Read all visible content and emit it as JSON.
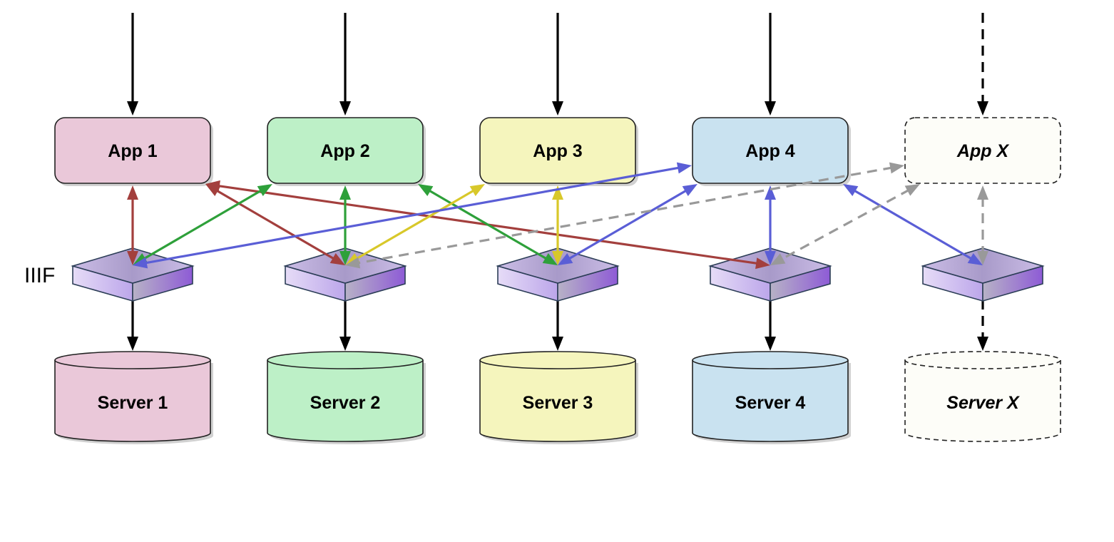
{
  "iiif_label": "IIIF",
  "columns": [
    {
      "app": "App 1",
      "server": "Server 1",
      "fill": "#eac8d9",
      "placeholder": false
    },
    {
      "app": "App 2",
      "server": "Server 2",
      "fill": "#bdf0c7",
      "placeholder": false
    },
    {
      "app": "App 3",
      "server": "Server 3",
      "fill": "#f5f5bd",
      "placeholder": false
    },
    {
      "app": "App 4",
      "server": "Server 4",
      "fill": "#c9e2f0",
      "placeholder": false
    },
    {
      "app": "App X",
      "server": "Server X",
      "fill": "#fdfdf8",
      "placeholder": true
    }
  ],
  "colors": {
    "red": "#a33f3d",
    "green": "#2ea03a",
    "yellow": "#d8c82a",
    "blue": "#5a5ed6",
    "gray": "#999999",
    "black": "#000000"
  },
  "links": [
    {
      "app": 0,
      "iiif": 0,
      "color": "red"
    },
    {
      "app": 0,
      "iiif": 1,
      "color": "red"
    },
    {
      "app": 0,
      "iiif": 3,
      "color": "red"
    },
    {
      "app": 1,
      "iiif": 0,
      "color": "green"
    },
    {
      "app": 1,
      "iiif": 1,
      "color": "green"
    },
    {
      "app": 1,
      "iiif": 2,
      "color": "green"
    },
    {
      "app": 2,
      "iiif": 1,
      "color": "yellow"
    },
    {
      "app": 2,
      "iiif": 2,
      "color": "yellow"
    },
    {
      "app": 3,
      "iiif": 0,
      "color": "blue"
    },
    {
      "app": 3,
      "iiif": 2,
      "color": "blue"
    },
    {
      "app": 3,
      "iiif": 3,
      "color": "blue"
    },
    {
      "app": 3,
      "iiif": 4,
      "color": "blue"
    },
    {
      "app": 4,
      "iiif": 1,
      "color": "gray",
      "dashed": true
    },
    {
      "app": 4,
      "iiif": 3,
      "color": "gray",
      "dashed": true
    },
    {
      "app": 4,
      "iiif": 4,
      "color": "gray",
      "dashed": true
    }
  ]
}
